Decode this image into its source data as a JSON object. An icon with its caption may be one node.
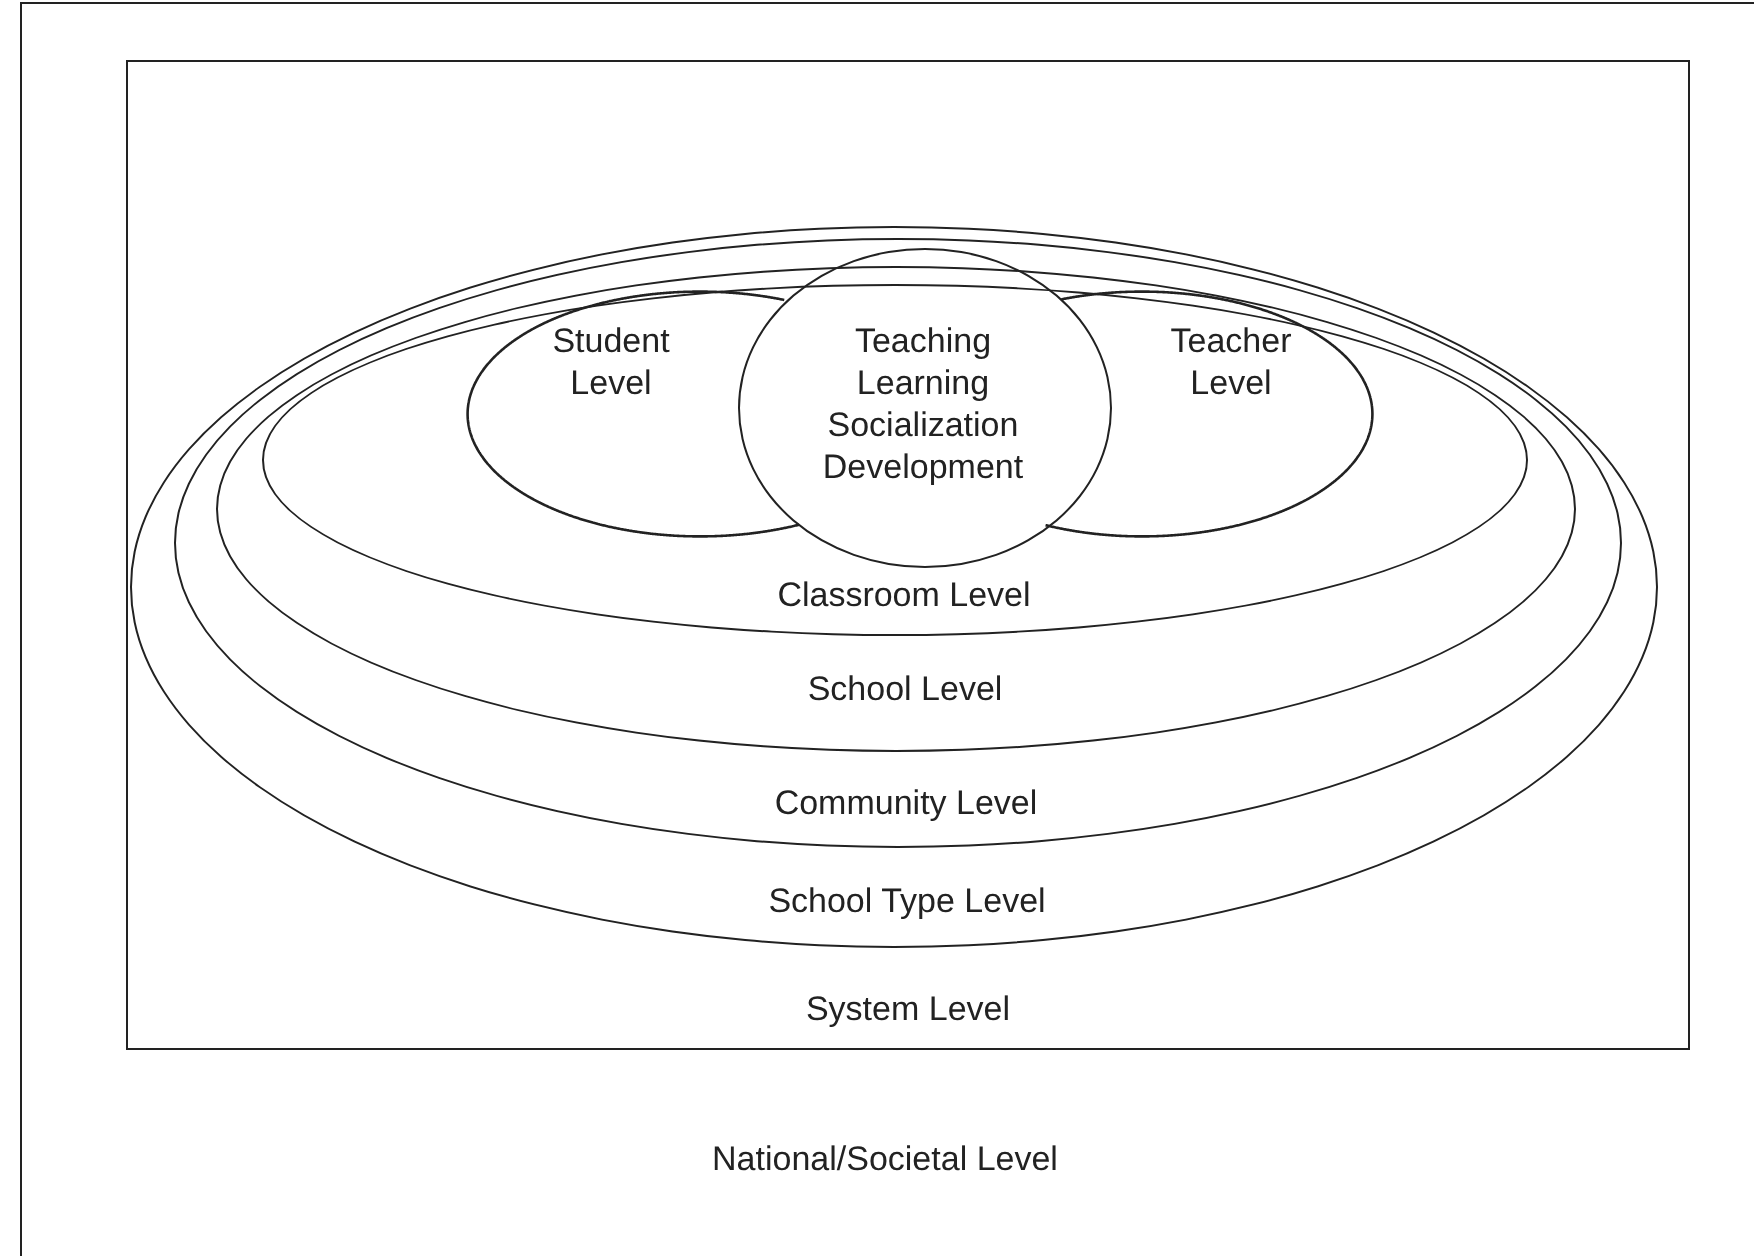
{
  "diagram": {
    "nodes": [
      {
        "text": [
          "National/Societal Level"
        ]
      },
      {
        "text": [
          "System Level"
        ],
        "in": 0
      },
      {
        "text": [
          "School Type Level"
        ],
        "in": 1
      },
      {
        "text": [
          "Community Level"
        ],
        "in": 2
      },
      {
        "text": [
          "School Level"
        ],
        "in": 3
      },
      {
        "text": [
          "Classroom Level"
        ],
        "in": 4
      },
      {
        "text": [
          "Student Level"
        ],
        "in": 5
      },
      {
        "text": [
          "Teacher Level"
        ],
        "in": 5
      },
      {
        "text": [
          "Teaching",
          "Learning",
          "Socialization",
          "Development"
        ],
        "in": 3
      }
    ]
  }
}
